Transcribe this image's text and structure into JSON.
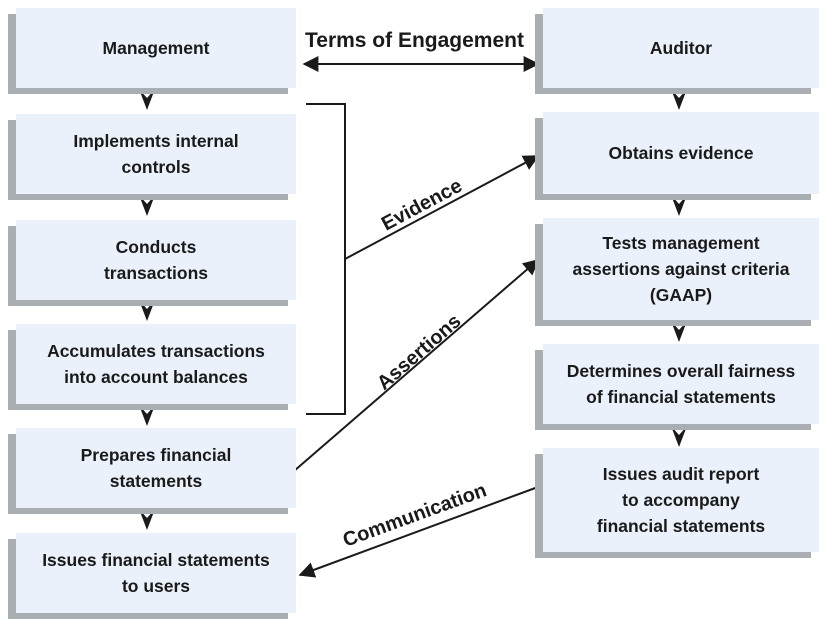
{
  "management_column": [
    {
      "id": "management",
      "lines": [
        "Management"
      ]
    },
    {
      "id": "implements-controls",
      "lines": [
        "Implements internal",
        "controls"
      ]
    },
    {
      "id": "conducts-transactions",
      "lines": [
        "Conducts",
        "transactions"
      ]
    },
    {
      "id": "accumulates-transactions",
      "lines": [
        "Accumulates transactions",
        "into account balances"
      ]
    },
    {
      "id": "prepares-statements",
      "lines": [
        "Prepares financial",
        "statements"
      ]
    },
    {
      "id": "issues-statements",
      "lines": [
        "Issues financial statements",
        "to users"
      ]
    }
  ],
  "auditor_column": [
    {
      "id": "auditor",
      "lines": [
        "Auditor"
      ]
    },
    {
      "id": "obtains-evidence",
      "lines": [
        "Obtains evidence"
      ]
    },
    {
      "id": "tests-assertions",
      "lines": [
        "Tests management",
        "assertions against criteria",
        "(GAAP)"
      ]
    },
    {
      "id": "determines-fairness",
      "lines": [
        "Determines overall fairness",
        "of financial statements"
      ]
    },
    {
      "id": "issues-report",
      "lines": [
        "Issues audit report",
        "to accompany",
        "financial statements"
      ]
    }
  ],
  "connectors": {
    "terms": "Terms of Engagement",
    "evidence": "Evidence",
    "assertions": "Assertions",
    "communication": "Communication"
  },
  "colors": {
    "box_fill": "#eaf1fa",
    "box_shadow": "#a9aeb3",
    "line": "#1a1a1a"
  }
}
